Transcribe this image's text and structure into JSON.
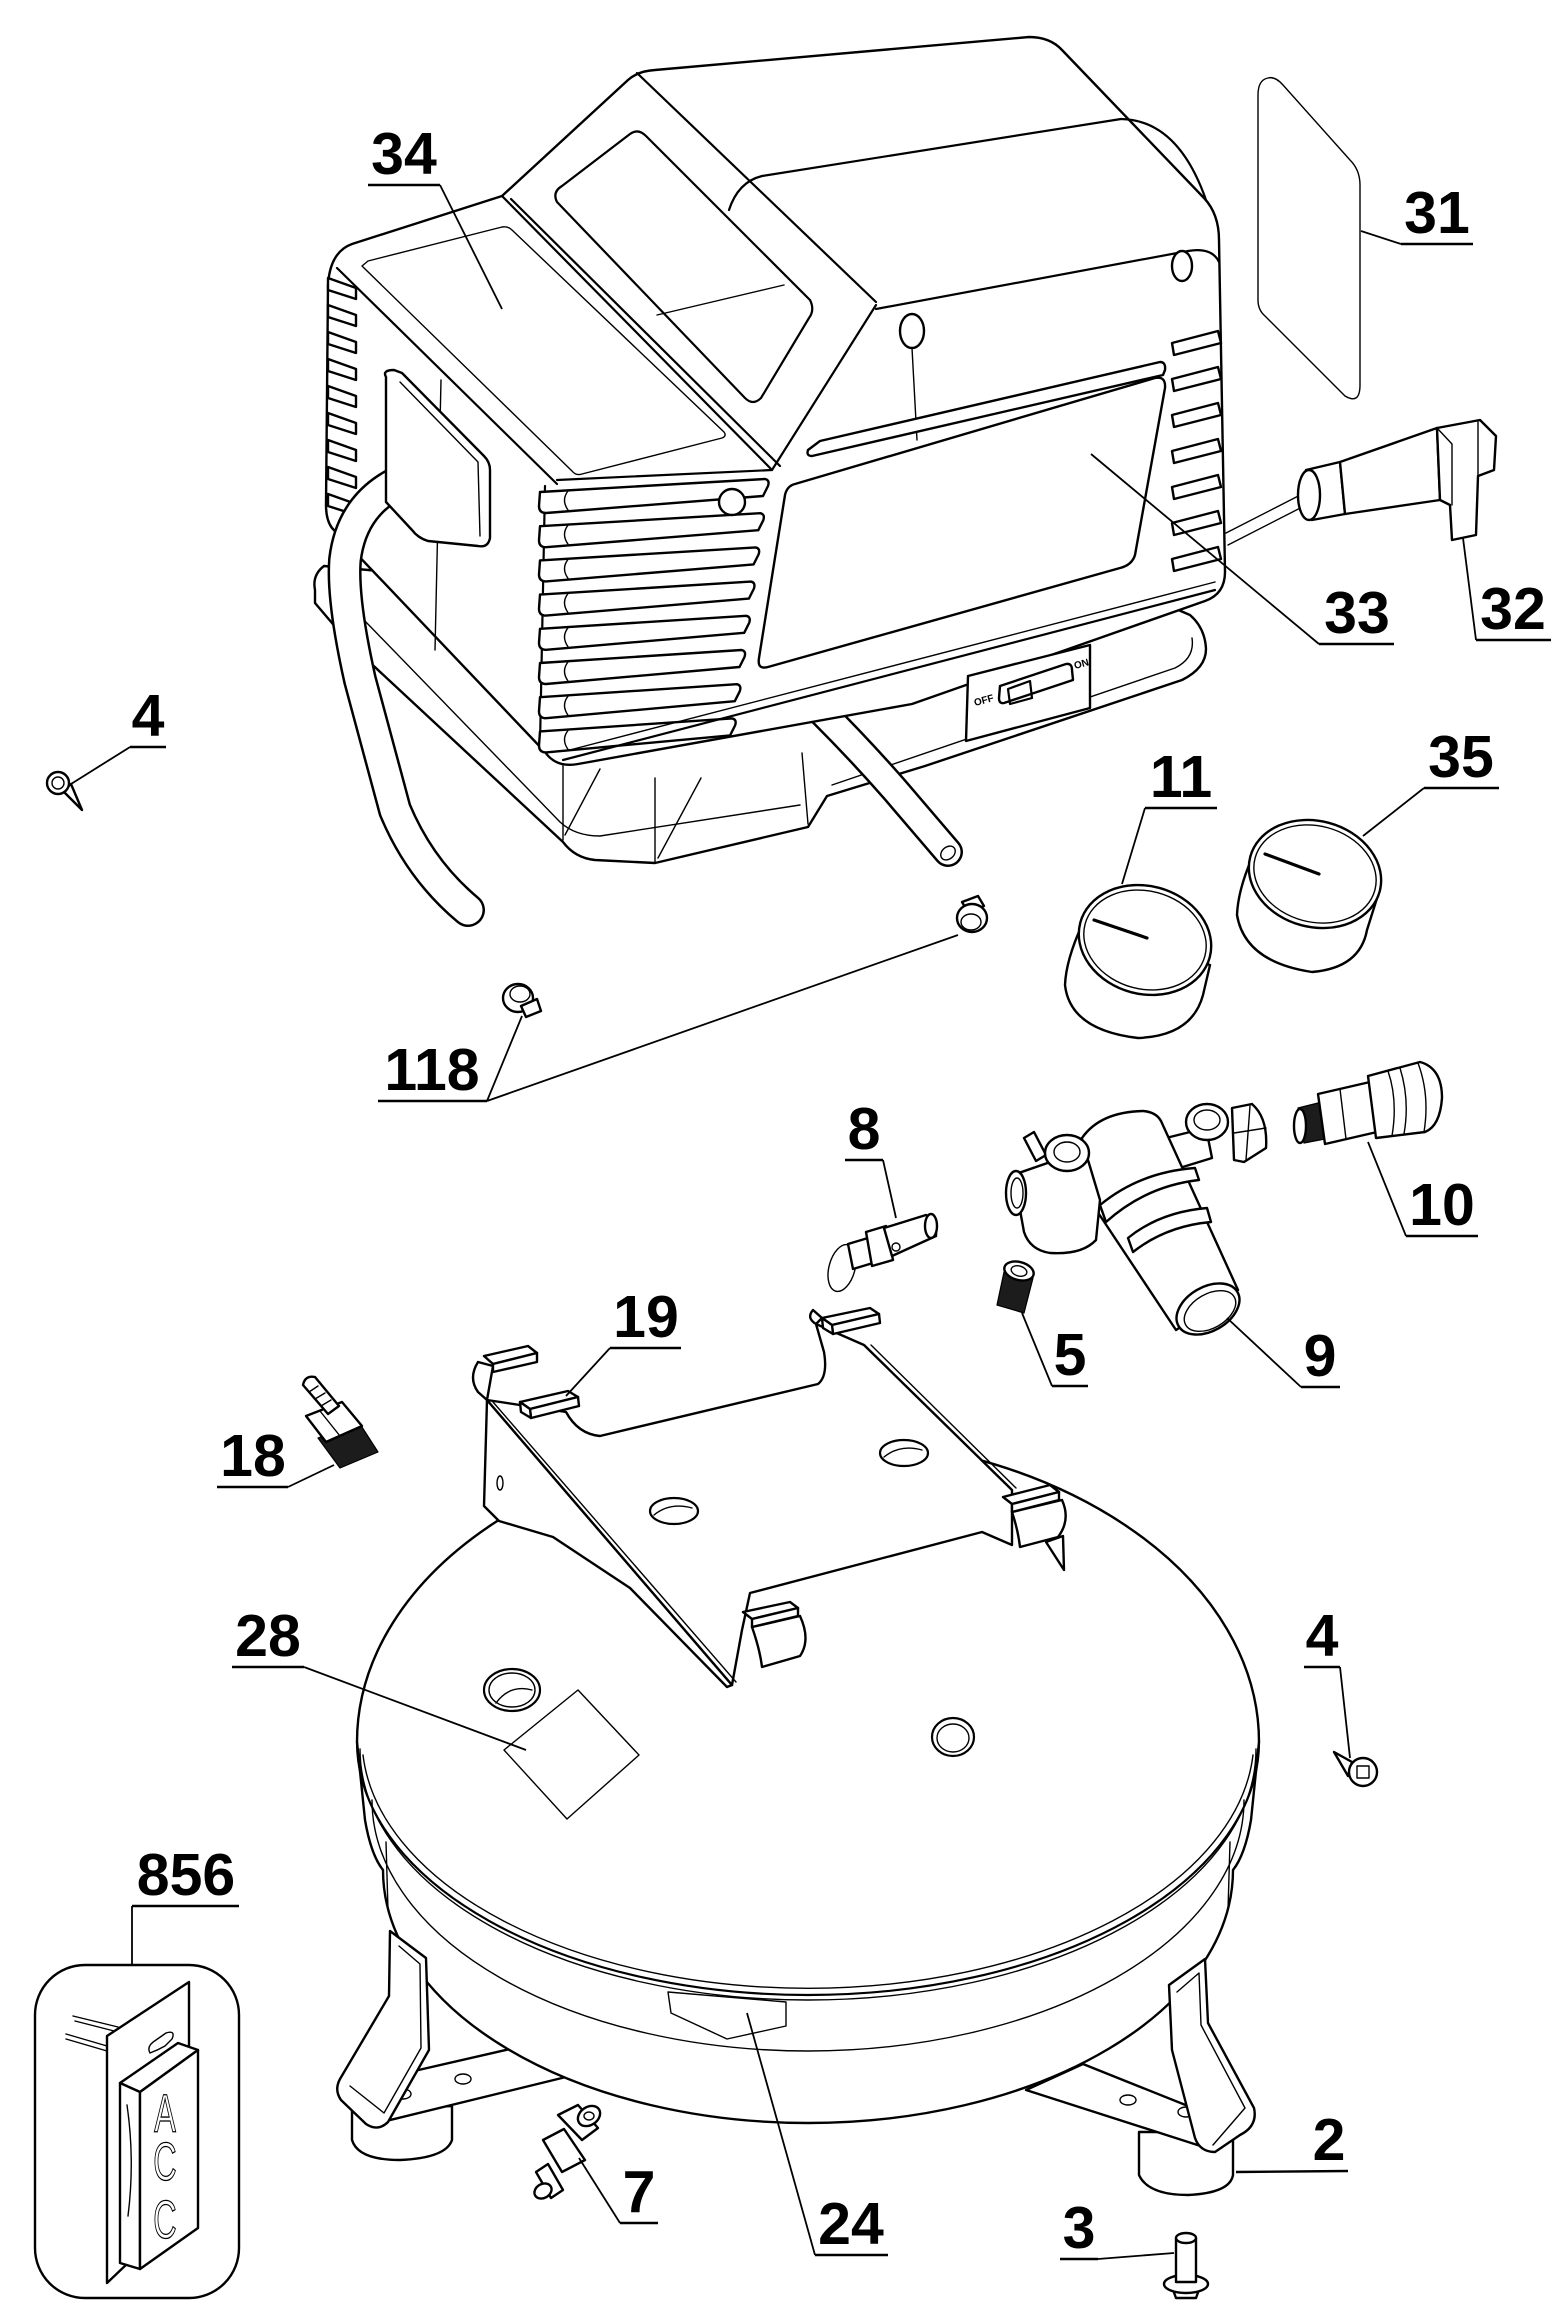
{
  "callouts": [
    {
      "label": "34"
    },
    {
      "label": "31"
    },
    {
      "label": "33"
    },
    {
      "label": "32"
    },
    {
      "label": "4"
    },
    {
      "label": "118"
    },
    {
      "label": "11"
    },
    {
      "label": "35"
    },
    {
      "label": "8"
    },
    {
      "label": "10"
    },
    {
      "label": "19"
    },
    {
      "label": "5"
    },
    {
      "label": "9"
    },
    {
      "label": "18"
    },
    {
      "label": "28"
    },
    {
      "label": "4"
    },
    {
      "label": "856"
    },
    {
      "label": "2"
    },
    {
      "label": "7"
    },
    {
      "label": "24"
    },
    {
      "label": "3"
    }
  ],
  "switch": {
    "off_label": "OFF",
    "on_label": "ON"
  },
  "inset": {
    "tag_letters": [
      "A",
      "C",
      "C"
    ]
  },
  "colors": {
    "line": "#000000",
    "background": "#ffffff"
  }
}
